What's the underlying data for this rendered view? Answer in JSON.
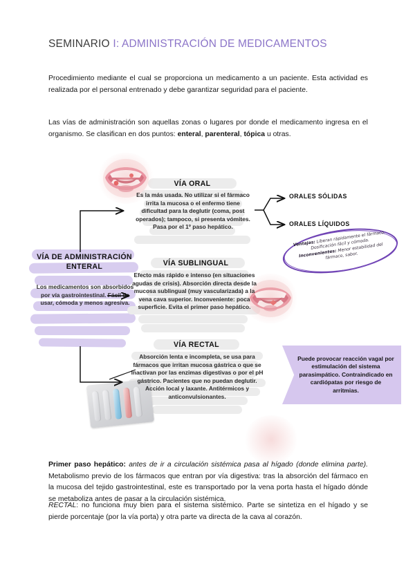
{
  "header": {
    "title_plain": "SEMINARIO",
    "title_accent": "I: ADMINISTRACIÓN DE MEDICAMENTOS",
    "accent_color": "#8b74c8",
    "plain_color": "#3b3b3b"
  },
  "intro": {
    "paragraph_1": "Procedimiento mediante el cual se proporciona un medicamento a un paciente. Esta actividad es realizada por el personal entrenado y debe garantizar seguridad para el paciente.",
    "paragraph_2_pre": "Las vías de administración son aquellas zonas o lugares por donde el medicamento ingresa en el organismo. Se clasifican en dos puntos: ",
    "paragraph_2_b1": "enteral",
    "paragraph_2_sep1": ", ",
    "paragraph_2_b2": "parenteral",
    "paragraph_2_sep2": ", ",
    "paragraph_2_b3": "tópica",
    "paragraph_2_post": " u otras."
  },
  "diagram": {
    "enteral": {
      "title": "VÍA DE ADMINISTRACIÓN ENTERAL",
      "body": "Los medicamentos son absorbidos por vía gastrointestinal. Fácil de usar, cómoda y menos agresiva.",
      "highlight_color": "#cfc2ec"
    },
    "oral": {
      "title": "VÍA ORAL",
      "body": "Es la más usada. No utilizar si el fármaco irrita la mucosa o el enfermo tiene dificultad para la deglutir (coma, post operados); tampoco, si presenta vómites. Pasa por el 1º paso hepático.",
      "illustration": "open-mouth-illustration"
    },
    "sublingual": {
      "title": "VÍA SUBLINGUAL",
      "body": "Efecto más rápido e intenso (en situaciones agudas de crisis). Absorción directa desde la mucosa sublingual (muy vascularizada) a la vena cava superior. Inconveniente: poca superficie. Evita el primer paso hepático.",
      "illustration": "sublingual-mouth-illustration"
    },
    "rectal": {
      "title": "VÍA RECTAL",
      "body": "Absorción lenta e incompleta, se usa para fármacos que irritan mucosa gástrica o que se inactivan por las enzimas digestivas o por el pH gástrico. Pacientes que no puedan deglutir. Acción local y laxante. Antitérmicos y anticonvulsionantes.",
      "illustration": "suppositories-illustration"
    },
    "branches": {
      "solidas": "ORALES SÓLIDAS",
      "liquidos": "ORALES LÍQUIDOS"
    },
    "handwritten_note": {
      "label_advantages": "Ventajas:",
      "text_advantages": " Liberan rápidamente el fármaco. Dosificación fácil y cómoda.",
      "label_drawbacks": "Inconvenientes:",
      "text_drawbacks": " Menor estabilidad del fármaco, sabor.",
      "ink_color": "#6b3fb0"
    },
    "rectal_warning": {
      "text": "Puede provocar reacción vagal por estimulación del sistema parasimpático. Contraindicado en cardiópatas por riesgo de arritmias.",
      "background": "#d6c7ee"
    }
  },
  "footer": {
    "paragraph_1_bold": "Primer paso hepático:",
    "paragraph_1_italic": " antes de ir a circulación sistémica pasa al hígado (donde elimina parte).",
    "paragraph_1_rest": " Metabolismo previo de los fármacos que entran por vía digestiva: tras la absorción del fármaco en la mucosa del tejido gastrointestinal, este es transportado por la vena porta hasta el hígado dónde se metaboliza antes de pasar a la circulación sistémica.",
    "paragraph_2_italic": "RECTAL",
    "paragraph_2_rest": ": no funciona muy bien para el sistema sistémico. Parte se sintetiza en el hígado y se pierde porcentaje  (por la vía porta) y otra parte va directa de la  cava al corazón."
  }
}
